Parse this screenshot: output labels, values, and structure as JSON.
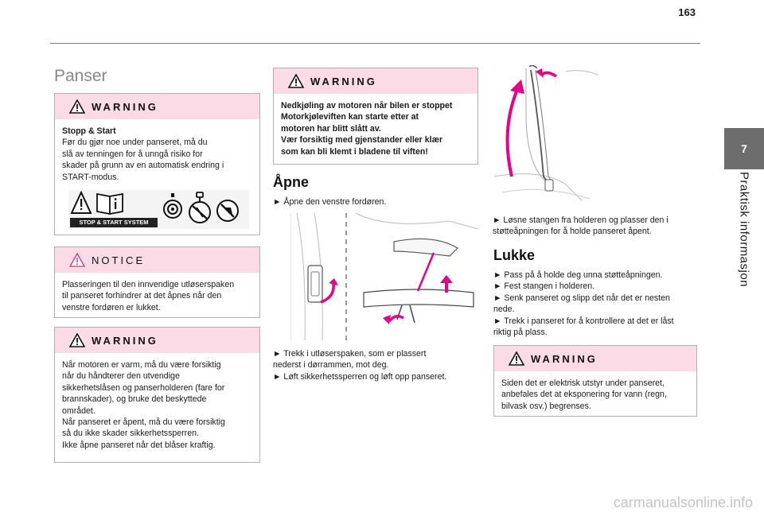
{
  "page_number": "163",
  "side_tab": {
    "number": "7",
    "label": "Praktisk informasjon"
  },
  "col1": {
    "title": "Panser",
    "warning1": {
      "heading": "WARNING",
      "lead": "Stopp & Start",
      "lines": [
        "Før du gjør noe under panseret, må du",
        "slå av tenningen for å unngå risiko for",
        "skader på grunn av en automatisk endring i",
        "START-modus."
      ],
      "badge": "STOP & START SYSTEM"
    },
    "notice": {
      "heading": "NOTICE",
      "lines": [
        "Plasseringen til den innvendige utløserspaken",
        "til panseret forhindrer at det åpnes når den",
        "venstre fordøren er lukket."
      ]
    },
    "warning2": {
      "heading": "WARNING",
      "lines": [
        "Når motoren er varm, må du være forsiktig",
        "når du håndterer den utvendige",
        "sikkerhetslåsen og panserholderen (fare for",
        "brannskader), og bruke det beskyttede",
        "området.",
        "Når panseret er åpent, må du være forsiktig",
        "så du ikke skader sikkerhetssperren.",
        "Ikke åpne panseret når det blåser kraftig."
      ]
    }
  },
  "col2": {
    "warning": {
      "heading": "WARNING",
      "lines": [
        "Nedkjøling av motoren når bilen er stoppet",
        "Motorkjøleviften kan starte etter at",
        "motoren har blitt slått av.",
        "Vær forsiktig med gjenstander eller klær",
        "som kan bli klemt i bladene til viften!"
      ]
    },
    "open_title": "Åpne",
    "open_step1": "►  Åpne den venstre fordøren.",
    "open_steps": [
      "►  Trekk i utløserspaken, som er plassert",
      "nederst i dørrammen, mot deg.",
      "►  Løft sikkerhetssperren og løft opp panseret."
    ]
  },
  "col3": {
    "support_steps": [
      "►  Løsne stangen fra holderen og plasser den i",
      "støtteåpningen for å holde panseret åpent."
    ],
    "close_title": "Lukke",
    "close_steps": [
      "►  Pass på å holde deg unna støtteåpningen.",
      "►  Fest stangen i holderen.",
      "►  Senk panseret og slipp det når det er nesten",
      "nede.",
      "►  Trekk i panseret for å kontrollere at det er låst",
      "riktig på plass."
    ],
    "warning": {
      "heading": "WARNING",
      "lines": [
        "Siden det er elektrisk utstyr under panseret,",
        "anbefales det at eksponering for vann (regn,",
        "bilvask osv.) begrenses."
      ]
    }
  },
  "footer": "carmanualsonline.info",
  "colors": {
    "accent_pink": "#fbdbe6",
    "tab_gray": "#6d6d6d",
    "magenta": "#e8008a"
  }
}
